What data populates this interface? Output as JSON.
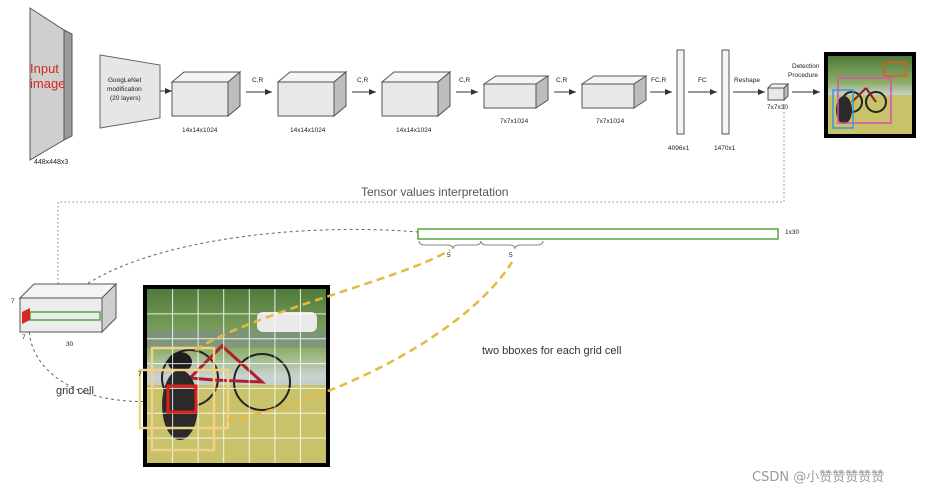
{
  "input": {
    "title_line1": "Input",
    "title_line2": "image",
    "dims": "448x448x3"
  },
  "googlenet": {
    "line1": "GoogLeNet",
    "line2": "modification",
    "line3": "(20 layers)"
  },
  "conv_blocks": [
    {
      "dims": "14x14x1024"
    },
    {
      "dims": "14x14x1024"
    },
    {
      "dims": "14x14x1024"
    },
    {
      "dims": "7x7x1024"
    },
    {
      "dims": "7x7x1024"
    }
  ],
  "arrows": {
    "cr1": "C,R",
    "cr2": "C,R",
    "cr3": "C,R",
    "cr4": "C,R",
    "fcr": "FC,R",
    "fc": "FC",
    "reshape": "Reshape"
  },
  "fc_layers": {
    "fc1_dims": "4096x1",
    "fc2_dims": "1470x1"
  },
  "output": {
    "dims": "7x7x30",
    "detection_line1": "Detection",
    "detection_line2": "Procedure"
  },
  "interpretation": {
    "title": "Tensor values interpretation",
    "vector_label": "1x30",
    "brace1": "5",
    "brace2": "5",
    "cube_side": "7",
    "cube_bottom_left": "7",
    "cube_depth": "30",
    "grid_side": "7",
    "grid_cell_label": "grid cell",
    "bboxes_label": "two bboxes for each grid cell"
  },
  "watermark": "CSDN @小赞赞赞赞赞"
}
